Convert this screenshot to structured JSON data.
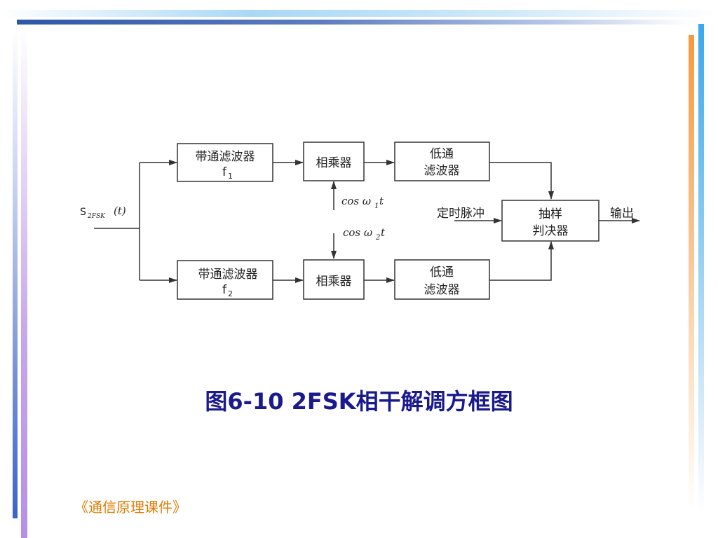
{
  "diagram": {
    "input_label": "S",
    "input_sub": "2FSK",
    "input_arg": "(t)",
    "bpf1_line1": "带通滤波器",
    "bpf1_f": "f",
    "bpf1_sub": "1",
    "bpf2_line1": "带通滤波器",
    "bpf2_f": "f",
    "bpf2_sub": "2",
    "mult1": "相乘器",
    "mult2": "相乘器",
    "lpf1_line1": "低通",
    "lpf1_line2": "滤波器",
    "lpf2_line1": "低通",
    "lpf2_line2": "滤波器",
    "cos1_prefix": "cos ω",
    "cos1_sub": "1",
    "cos1_suffix": "t",
    "cos2_prefix": "cos ω",
    "cos2_sub": "2",
    "cos2_suffix": "t",
    "timing_label": "定时脉冲",
    "sampler_line1": "抽样",
    "sampler_line2": "判决器",
    "output_label": "输出"
  },
  "caption": "图6-10  2FSK相干解调方框图",
  "footer": "《通信原理课件》"
}
